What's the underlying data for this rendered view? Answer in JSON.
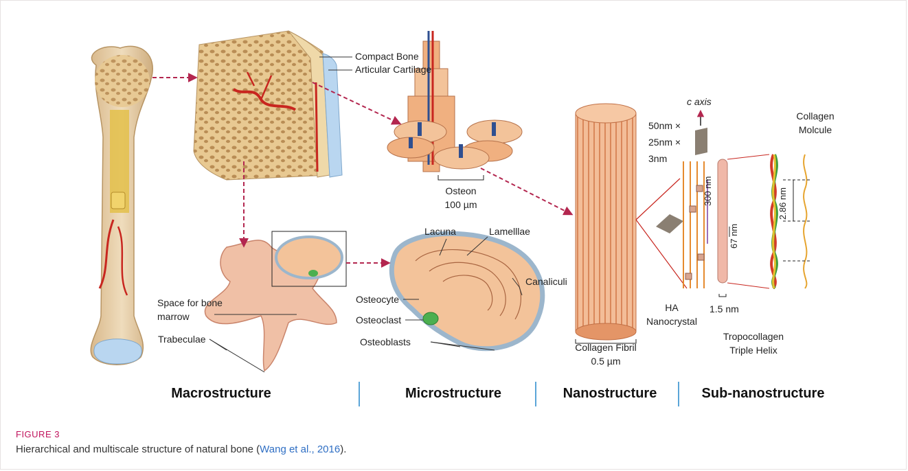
{
  "figure": {
    "labels": {
      "compact_bone": "Compact Bone",
      "articular_cartilage": "Articular Cartilage",
      "osteon": "Osteon",
      "osteon_size": "100 µm",
      "c_axis": "c axis",
      "crystal_dim_1": "50nm ×",
      "crystal_dim_2": "25nm ×",
      "crystal_dim_3": "3nm",
      "collagen_molecule_1": "Collagen",
      "collagen_molecule_2": "Molcule",
      "lacuna": "Lacuna",
      "lamellae": "Lamelllae",
      "canaliculi": "Canaliculi",
      "osteocyte": "Osteocyte",
      "osteoclast": "Osteoclast",
      "osteoblasts": "Osteoblasts",
      "space_marrow_1": "Space for bone",
      "space_marrow_2": "marrow",
      "trabeculae": "Trabeculae",
      "collagen_fibril": "Collagen Fibril",
      "fibril_size": "0.5 µm",
      "ha_1": "HA",
      "ha_2": "Nanocrystal",
      "gap_300": "300 nm",
      "gap_67": "67 nm",
      "pitch_286": "2.86 nm",
      "width_15": "1.5 nm",
      "tropocollagen_1": "Tropocollagen",
      "tropocollagen_2": "Triple Helix"
    },
    "sections": [
      "Macrostructure",
      "Microstructure",
      "Nanostructure",
      "Sub-nanostructure"
    ],
    "colors": {
      "arrow": "#b3264f",
      "bone": "#e8cfa8",
      "cartilage": "#b9d6f0",
      "vessel": "#c8261f",
      "fibril": "#e9a274",
      "divider": "#5aa5d8"
    }
  },
  "caption": {
    "label": "FIGURE 3",
    "text": "Hierarchical and multiscale structure of natural bone (",
    "citation": "Wang et al., 2016",
    "text_end": ")."
  }
}
